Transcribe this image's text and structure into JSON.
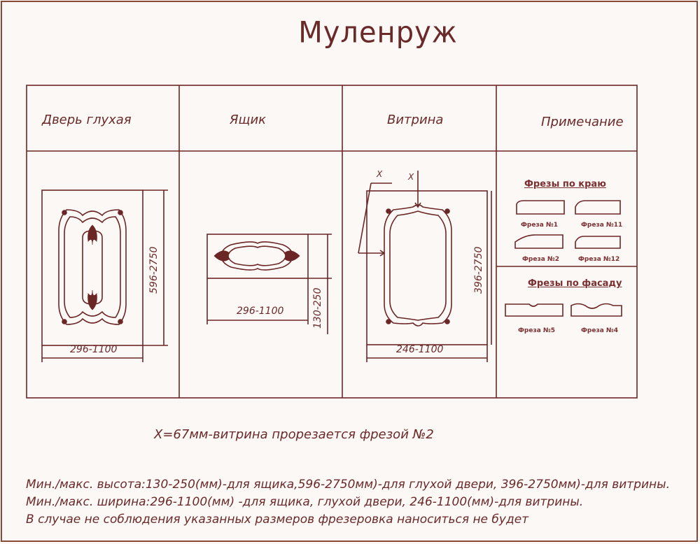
{
  "title": "Муленруж",
  "headers": {
    "door": "Дверь глухая",
    "drawer": "Ящик",
    "showcase": "Витрина",
    "note": "Примечание"
  },
  "dimensions": {
    "door_width": "296-1100",
    "door_height": "596-2750",
    "drawer_width": "296-1100",
    "drawer_height": "130-250",
    "showcase_width": "246-1100",
    "showcase_height": "396-2750",
    "x_mark_1": "X",
    "x_mark_2": "X"
  },
  "notes_panel": {
    "edge_title": "Фрезы по краю",
    "facade_title": "Фрезы по фасаду",
    "cutters": {
      "c1": "Фреза №1",
      "c11": "Фреза №11",
      "c2": "Фреза №2",
      "c12": "Фреза №12",
      "c5": "Фреза №5",
      "c4": "Фреза №4"
    }
  },
  "x_note": "X=67мм-витрина  прорезается фрезой №2",
  "footer": [
    "Мин./макс. высота:130-250(мм)-для ящика,596-2750мм)-для глухой двери, 396-2750мм)-для витрины.",
    "Мин./макс. ширина:296-1100(мм) -для ящика, глухой двери, 246-1100(мм)-для витрины.",
    "В случае не соблюдения указанных размеров фрезеровка наноситься не будет"
  ],
  "colors": {
    "ink": "#6b2626",
    "paper": "#fbf8f6"
  }
}
